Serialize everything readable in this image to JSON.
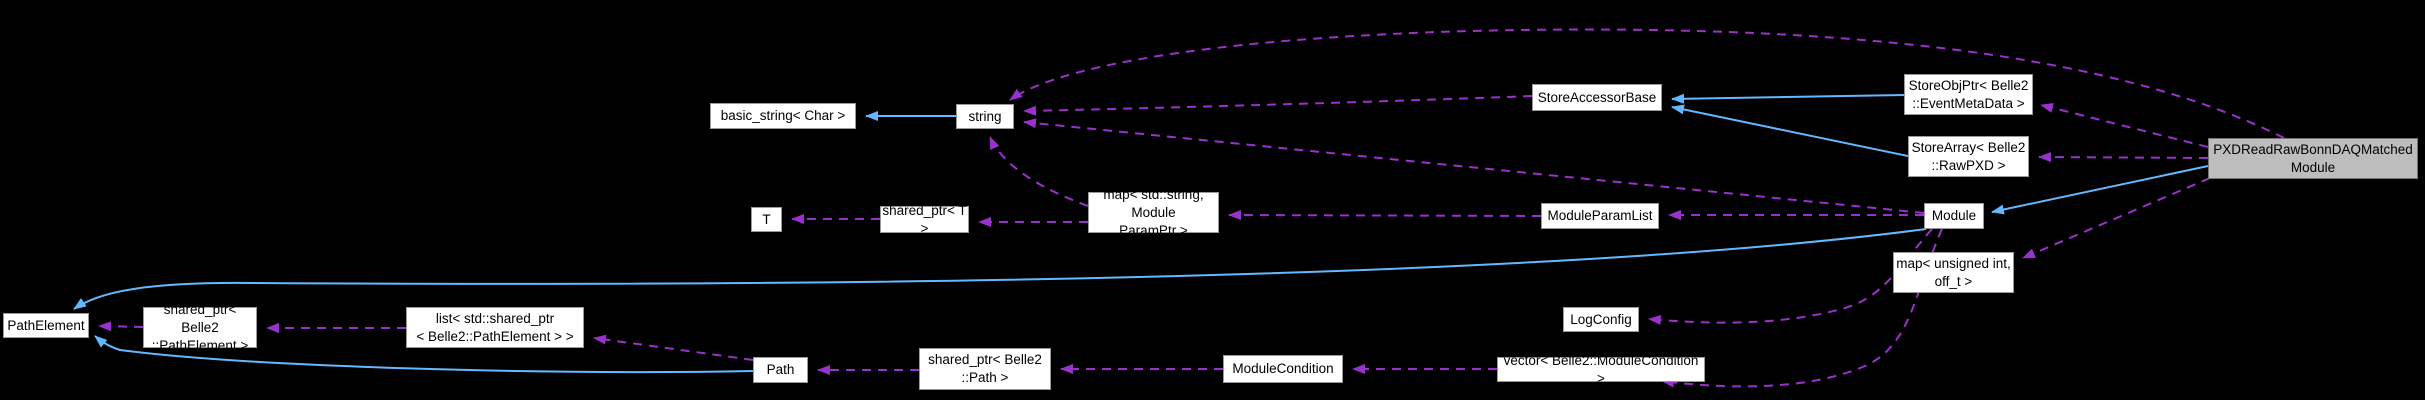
{
  "diagram": {
    "type": "doxygen-collaboration-graph",
    "background": "#000000",
    "colors": {
      "background": "#000000",
      "inheritance": "#63b8ff",
      "usage": "#9932cc",
      "node_fill": "#ffffff",
      "node_border": "#999999",
      "node_text": "#000000",
      "highlight_fill": "#bdbdbd",
      "highlight_border": "#757575"
    },
    "nodes": [
      {
        "id": "basic-string",
        "label": "basic_string< Char >"
      },
      {
        "id": "string",
        "label": "string"
      },
      {
        "id": "store-accessor-base",
        "label": "StoreAccessorBase"
      },
      {
        "id": "store-obj-ptr",
        "label": "StoreObjPtr< Belle2\n::EventMetaData >"
      },
      {
        "id": "store-array",
        "label": "StoreArray< Belle2\n::RawPXD >"
      },
      {
        "id": "pxd-read-raw-bonn-daq-matched-module",
        "label": "PXDReadRawBonnDAQMatched\nModule"
      },
      {
        "id": "t",
        "label": "T"
      },
      {
        "id": "shared-ptr-t",
        "label": "shared_ptr< T >"
      },
      {
        "id": "map-string-moduleparamptr",
        "label": "map< std::string, Module\nParamPtr >"
      },
      {
        "id": "module-param-list",
        "label": "ModuleParamList"
      },
      {
        "id": "module",
        "label": "Module"
      },
      {
        "id": "map-unsigned-off-t",
        "label": "map< unsigned int,\noff_t >"
      },
      {
        "id": "log-config",
        "label": "LogConfig"
      },
      {
        "id": "vector-module-condition",
        "label": "vector< Belle2::ModuleCondition >"
      },
      {
        "id": "path-element",
        "label": "PathElement"
      },
      {
        "id": "shared-ptr-path-element",
        "label": "shared_ptr< Belle2\n::PathElement >"
      },
      {
        "id": "list-shared-ptr-path-element",
        "label": "list< std::shared_ptr\n< Belle2::PathElement > >"
      },
      {
        "id": "path",
        "label": "Path"
      },
      {
        "id": "shared-ptr-path",
        "label": "shared_ptr< Belle2\n::Path >"
      },
      {
        "id": "module-condition",
        "label": "ModuleCondition"
      }
    ],
    "edges": [
      {
        "from": "string",
        "to": "basic-string",
        "relation": "inheritance"
      },
      {
        "from": "store-obj-ptr",
        "to": "store-accessor-base",
        "relation": "inheritance"
      },
      {
        "from": "store-array",
        "to": "store-accessor-base",
        "relation": "inheritance"
      },
      {
        "from": "pxd-read-raw-bonn-daq-matched-module",
        "to": "module",
        "relation": "inheritance"
      },
      {
        "from": "module",
        "to": "path-element",
        "relation": "inheritance"
      },
      {
        "from": "path",
        "to": "path-element",
        "relation": "inheritance"
      },
      {
        "from": "pxd-read-raw-bonn-daq-matched-module",
        "to": "string",
        "relation": "usage"
      },
      {
        "from": "store-accessor-base",
        "to": "string",
        "relation": "usage"
      },
      {
        "from": "module",
        "to": "string",
        "relation": "usage"
      },
      {
        "from": "map-string-moduleparamptr",
        "to": "string",
        "relation": "usage"
      },
      {
        "from": "pxd-read-raw-bonn-daq-matched-module",
        "to": "store-obj-ptr",
        "relation": "usage"
      },
      {
        "from": "pxd-read-raw-bonn-daq-matched-module",
        "to": "store-array",
        "relation": "usage"
      },
      {
        "from": "pxd-read-raw-bonn-daq-matched-module",
        "to": "map-unsigned-off-t",
        "relation": "usage"
      },
      {
        "from": "module",
        "to": "module-param-list",
        "relation": "usage"
      },
      {
        "from": "module-param-list",
        "to": "map-string-moduleparamptr",
        "relation": "usage"
      },
      {
        "from": "map-string-moduleparamptr",
        "to": "shared-ptr-t",
        "relation": "usage"
      },
      {
        "from": "shared-ptr-t",
        "to": "t",
        "relation": "usage"
      },
      {
        "from": "module",
        "to": "log-config",
        "relation": "usage"
      },
      {
        "from": "module",
        "to": "vector-module-condition",
        "relation": "usage"
      },
      {
        "from": "vector-module-condition",
        "to": "module-condition",
        "relation": "usage"
      },
      {
        "from": "module-condition",
        "to": "shared-ptr-path",
        "relation": "usage"
      },
      {
        "from": "shared-ptr-path",
        "to": "path",
        "relation": "usage"
      },
      {
        "from": "path",
        "to": "list-shared-ptr-path-element",
        "relation": "usage"
      },
      {
        "from": "list-shared-ptr-path-element",
        "to": "shared-ptr-path-element",
        "relation": "usage"
      },
      {
        "from": "shared-ptr-path-element",
        "to": "path-element",
        "relation": "usage"
      }
    ]
  }
}
